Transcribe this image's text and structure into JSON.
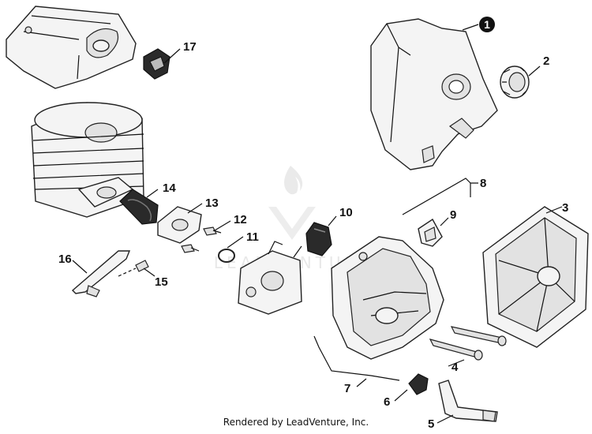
{
  "watermark": "LEADVENTURE",
  "footer": "Rendered by LeadVenture, Inc.",
  "callouts": {
    "c1": "1",
    "c2": "2",
    "c3": "3",
    "c4": "4",
    "c5": "5",
    "c6": "6",
    "c7": "7",
    "c8": "8",
    "c9": "9",
    "c10": "10",
    "c11": "11",
    "c12": "12",
    "c13": "13",
    "c14": "14",
    "c15": "15",
    "c16": "16",
    "c17": "17"
  }
}
